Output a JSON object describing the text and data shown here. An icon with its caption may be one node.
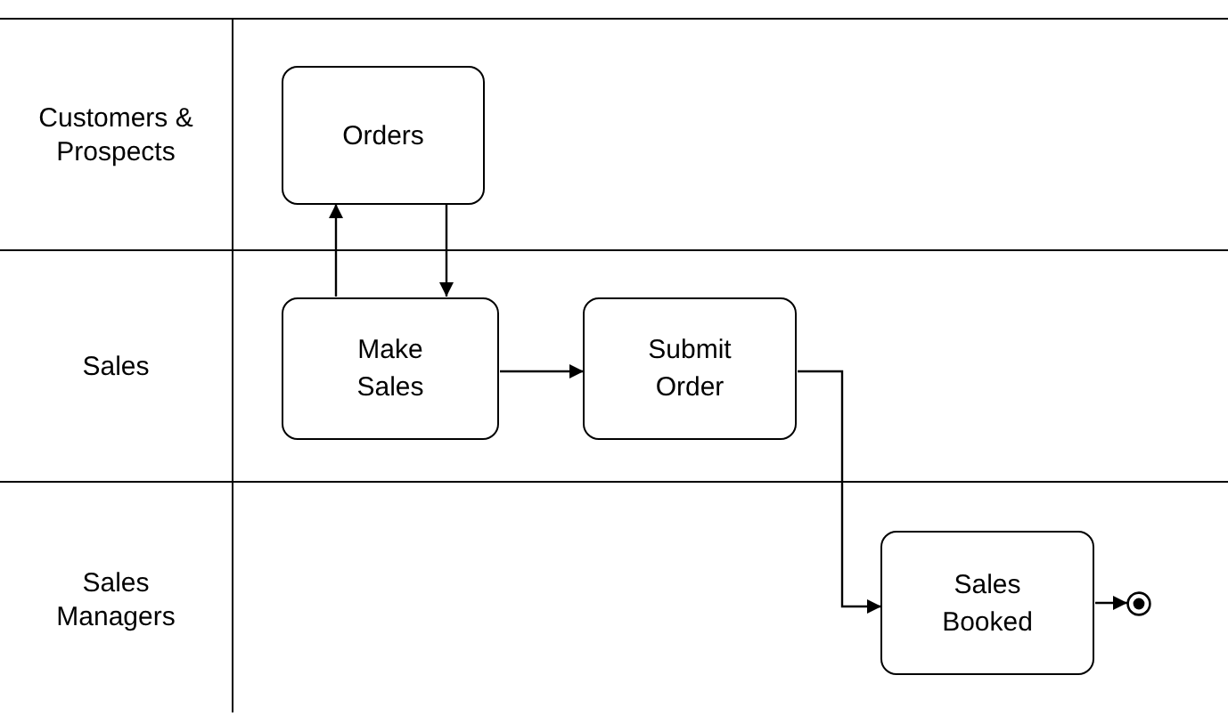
{
  "diagram": {
    "nodes": [
      {
        "text": [
          "Customers & Prospects"
        ]
      },
      {
        "text": [
          "Orders"
        ],
        "in": 0
      },
      {
        "text": [
          "Sales"
        ]
      },
      {
        "text": [
          "Make Sales"
        ],
        "in": 2
      },
      {
        "text": [
          "Submit Order"
        ],
        "in": 2
      },
      {
        "text": [
          "Sales Managers"
        ]
      },
      {
        "text": [
          "Sales Booked"
        ],
        "in": 5
      },
      {
        "text": [],
        "shape": "circle",
        "in": 5
      }
    ],
    "edges": [
      {
        "from": 3,
        "to": 1,
        "arrow": "to"
      },
      {
        "from": 1,
        "to": 3,
        "arrow": "to"
      },
      {
        "from": 3,
        "to": 4,
        "arrow": "to"
      },
      {
        "from": 4,
        "to": 6,
        "arrow": "to"
      },
      {
        "from": 6,
        "to": 7,
        "arrow": "to"
      }
    ]
  }
}
